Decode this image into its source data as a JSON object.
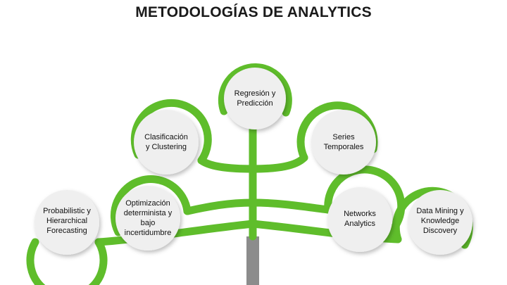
{
  "title": "METODOLOGÍAS DE ANALYTICS",
  "colors": {
    "branch": "#5fbd2b",
    "trunk": "#8c8c8c",
    "node_fill": "#efefef",
    "text": "#111111"
  },
  "nodes": [
    {
      "id": "regresion",
      "lines": [
        "Regresión y",
        "Predicción"
      ]
    },
    {
      "id": "clasificacion",
      "lines": [
        "Clasificación",
        "y Clustering"
      ]
    },
    {
      "id": "series",
      "lines": [
        "Series",
        "Temporales"
      ]
    },
    {
      "id": "probabilistic",
      "lines": [
        "Probabilistic y",
        "Hierarchical",
        "Forecasting"
      ]
    },
    {
      "id": "optimizacion",
      "lines": [
        "Optimización",
        "determinista y",
        "bajo",
        "incertidumbre"
      ]
    },
    {
      "id": "networks",
      "lines": [
        "Networks",
        "Analytics"
      ]
    },
    {
      "id": "datamining",
      "lines": [
        "Data Mining y",
        "Knowledge",
        "Discovery"
      ]
    }
  ]
}
